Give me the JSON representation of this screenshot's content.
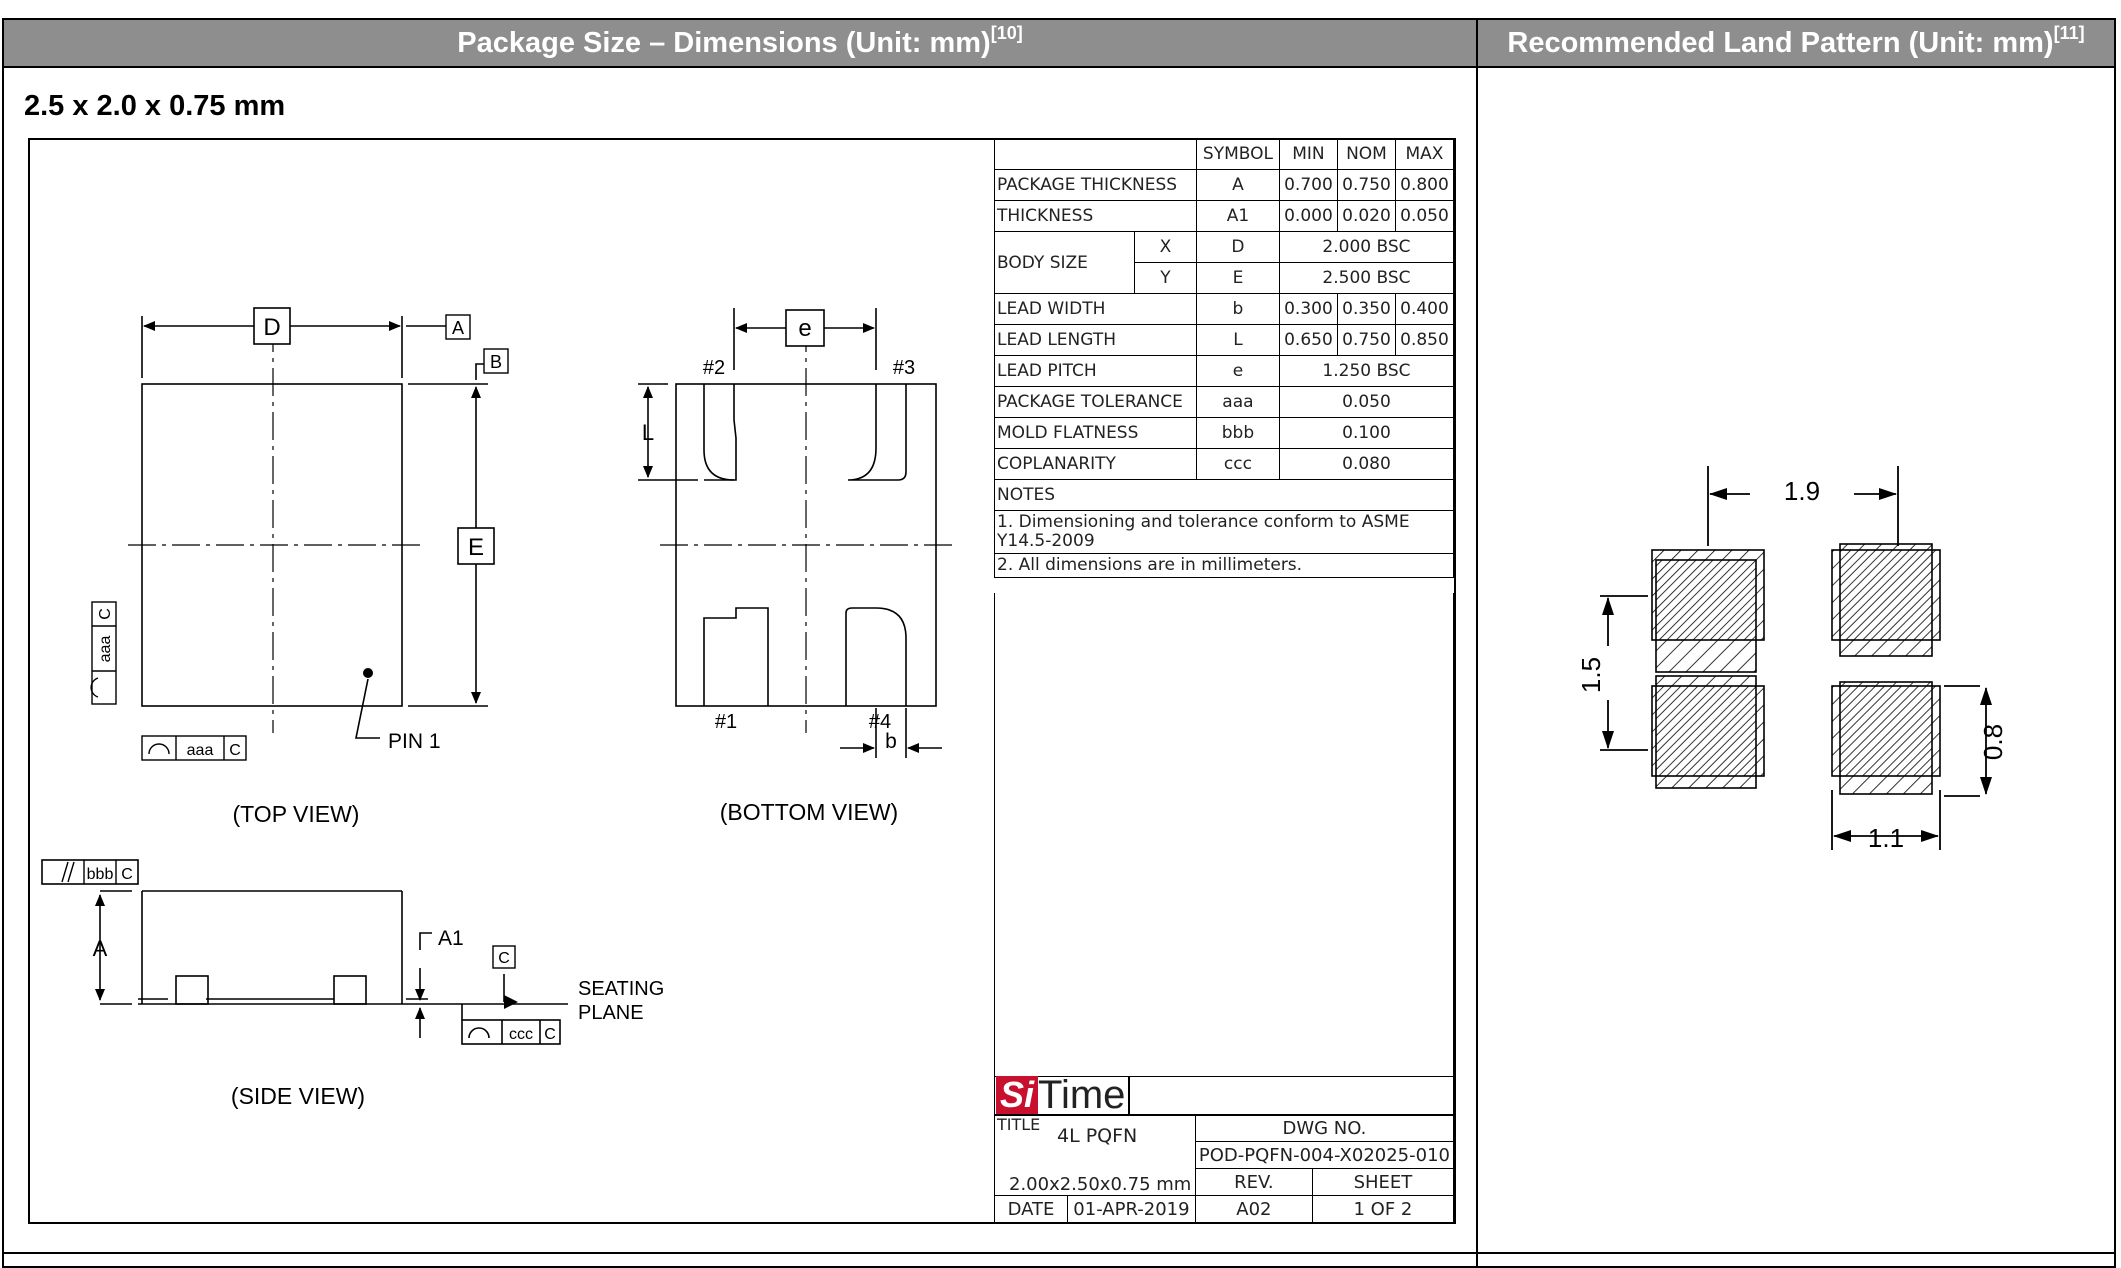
{
  "headers": {
    "left_text": "Package Size – Dimensions (Unit: mm)",
    "left_ref": "[10]",
    "right_text": "Recommended Land Pattern (Unit: mm)",
    "right_ref": "[11]"
  },
  "subtitle": "2.5 x 2.0 x 0.75 mm",
  "views": {
    "top": "(TOP VIEW)",
    "bottom": "(BOTTOM VIEW)",
    "side": "(SIDE VIEW)"
  },
  "labels": {
    "D": "D",
    "E": "E",
    "A": "A",
    "B": "B",
    "C": "C",
    "e": "e",
    "L": "L",
    "b": "b",
    "A1": "A1",
    "aaa": "aaa",
    "bbb": "bbb",
    "ccc": "ccc",
    "pin1": "PIN 1",
    "pin_n1": "#1",
    "pin_n2": "#2",
    "pin_n3": "#3",
    "pin_n4": "#4",
    "seating": "SEATING",
    "plane": "PLANE",
    "parallel": "//"
  },
  "table": {
    "headers": [
      "SYMBOL",
      "MIN",
      "NOM",
      "MAX"
    ],
    "rows": [
      {
        "name": "PACKAGE THICKNESS",
        "symbol": "A",
        "min": "0.700",
        "nom": "0.750",
        "max": "0.800"
      },
      {
        "name": "THICKNESS",
        "symbol": "A1",
        "min": "0.000",
        "nom": "0.020",
        "max": "0.050"
      },
      {
        "name": "BODY SIZE",
        "sub": "X",
        "symbol": "D",
        "value": "2.000   BSC"
      },
      {
        "sub": "Y",
        "symbol": "E",
        "value": "2.500   BSC"
      },
      {
        "name": "LEAD WIDTH",
        "symbol": "b",
        "min": "0.300",
        "nom": "0.350",
        "max": "0.400"
      },
      {
        "name": "LEAD LENGTH",
        "symbol": "L",
        "min": "0.650",
        "nom": "0.750",
        "max": "0.850"
      },
      {
        "name": "LEAD PITCH",
        "symbol": "e",
        "value": "1.250   BSC"
      },
      {
        "name": "PACKAGE TOLERANCE",
        "symbol": "aaa",
        "value": "0.050"
      },
      {
        "name": "MOLD FLATNESS",
        "symbol": "bbb",
        "value": "0.100"
      },
      {
        "name": "COPLANARITY",
        "symbol": "ccc",
        "value": "0.080"
      }
    ],
    "notes_title": "NOTES",
    "notes": [
      "1. Dimensioning and tolerance conform to ASME Y14.5-2009",
      "2. All dimensions are in millimeters."
    ]
  },
  "title_block": {
    "logo_si": "Si",
    "logo_time": "Time",
    "title_label": "TITLE",
    "title_value": "4L PQFN",
    "dwg_label": "DWG NO.",
    "dwg_value": "POD-PQFN-004-X02025-010",
    "size_value": "2.00x2.50x0.75 mm",
    "rev_label": "REV.",
    "sheet_label": "SHEET",
    "date_label": "DATE",
    "date_value": "01-APR-2019",
    "rev_value": "A02",
    "sheet_value": "1 OF 2"
  },
  "land_pattern": {
    "dim_width": "1.9",
    "dim_pitch": "1.5",
    "dim_pad_h": "0.8",
    "dim_pad_w": "1.1"
  }
}
